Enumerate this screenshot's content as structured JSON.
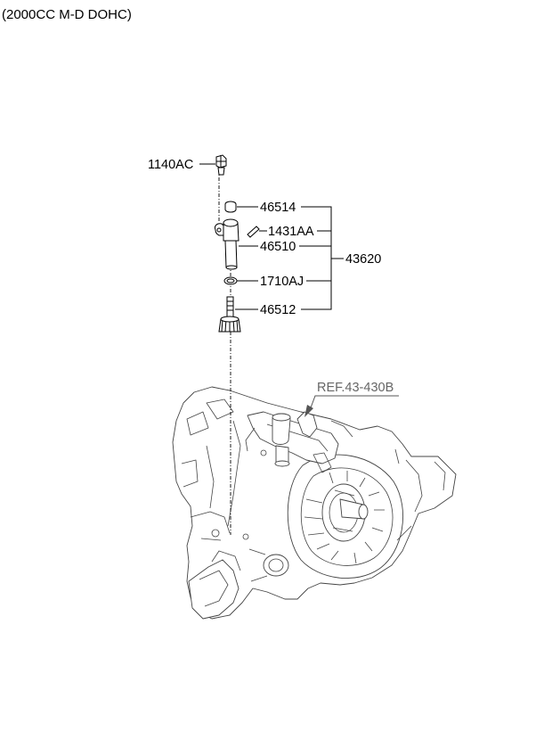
{
  "header": {
    "title": "(2000CC M-D DOHC)"
  },
  "callouts": {
    "bolt": "1140AC",
    "cap": "46514",
    "pin": "1431AA",
    "sleeve": "46510",
    "oring": "1710AJ",
    "gear": "46512",
    "assembly": "43620",
    "reference": "REF.43-430B"
  },
  "colors": {
    "line": "#000000",
    "reference": "#666666",
    "background": "#ffffff"
  }
}
